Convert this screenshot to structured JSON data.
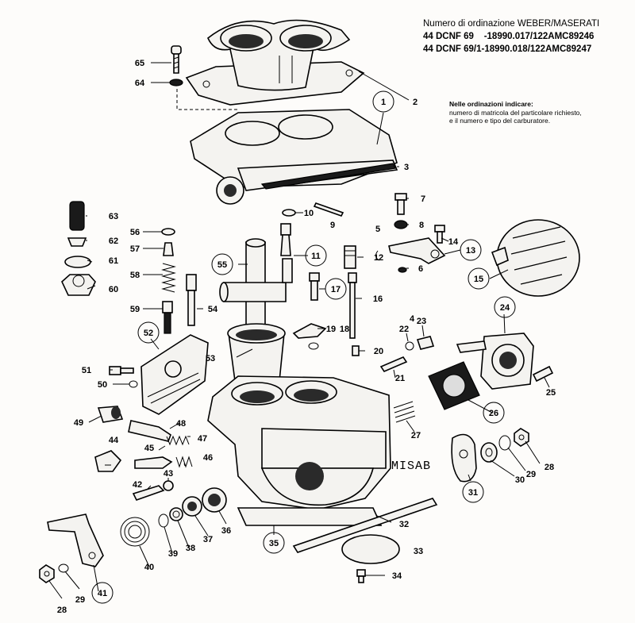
{
  "header": {
    "title": "Numero di ordinazione WEBER/MASERATI",
    "codes": [
      "44 DCNF 69    -18990.017/122AMC89246",
      "44 DCNF 69/1-18990.018/122AMC89247"
    ]
  },
  "note": {
    "heading": "Nelle ordinazioni indicare:",
    "lines": [
      "numero di matricola del particolare richiesto,",
      "e il numero e tipo del carburatore."
    ]
  },
  "watermark": "MISAB",
  "callouts": {
    "c1": "1",
    "c2": "2",
    "c3": "3",
    "c4": "4",
    "c5": "5",
    "c6": "6",
    "c7": "7",
    "c8": "8",
    "c9": "9",
    "c10": "10",
    "c11": "11",
    "c12": "12",
    "c13": "13",
    "c14": "14",
    "c15": "15",
    "c16": "16",
    "c17": "17",
    "c18": "18",
    "c19": "19",
    "c20": "20",
    "c21": "21",
    "c22": "22",
    "c23": "23",
    "c24": "24",
    "c25": "25",
    "c26": "26",
    "c27": "27",
    "c28": "28",
    "c28b": "28",
    "c29": "29",
    "c29b": "29",
    "c30": "30",
    "c31": "31",
    "c32": "32",
    "c33": "33",
    "c34": "34",
    "c35": "35",
    "c36": "36",
    "c37": "37",
    "c38": "38",
    "c39": "39",
    "c40": "40",
    "c41": "41",
    "c42": "42",
    "c43": "43",
    "c44": "44",
    "c45": "45",
    "c46": "46",
    "c47": "47",
    "c48": "48",
    "c49": "49",
    "c50": "50",
    "c51": "51",
    "c52": "52",
    "c53": "53",
    "c54": "54",
    "c55": "55",
    "c56": "56",
    "c57": "57",
    "c58": "58",
    "c59": "59",
    "c60": "60",
    "c61": "61",
    "c62": "62",
    "c63": "63",
    "c64": "64",
    "c65": "65"
  }
}
